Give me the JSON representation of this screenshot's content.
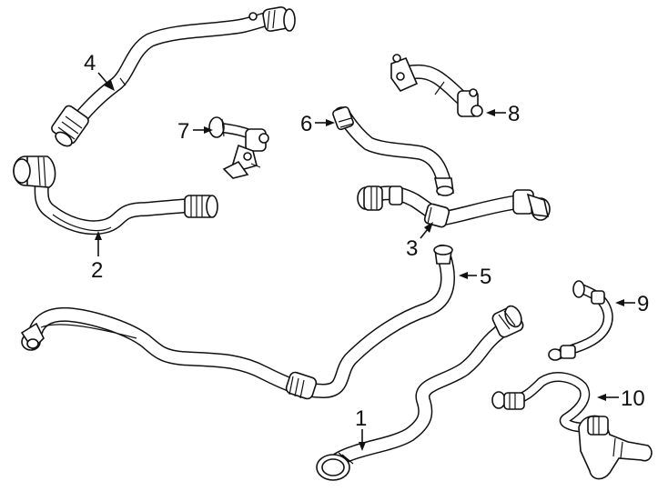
{
  "callouts": {
    "part_1": "1",
    "part_2": "2",
    "part_3": "3",
    "part_4": "4",
    "part_5": "5",
    "part_6": "6",
    "part_7": "7",
    "part_8": "8",
    "part_9": "9",
    "part_10": "10"
  },
  "colors": {
    "line": "#111111",
    "background": "#ffffff"
  }
}
